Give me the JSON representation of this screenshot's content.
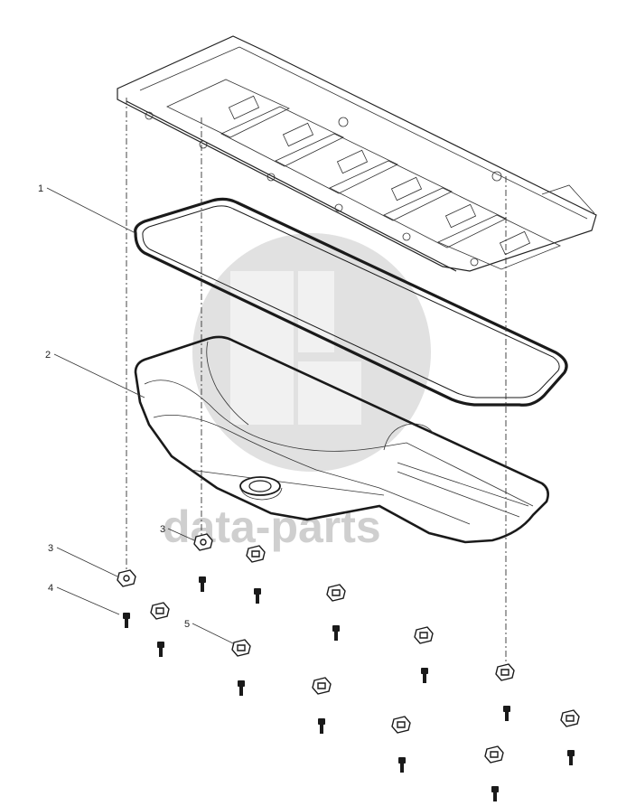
{
  "watermark": {
    "text": "data-parts"
  },
  "callouts": {
    "gasket": "1",
    "oil_pan": "2",
    "nut_left": "3",
    "nut_center": "3",
    "bolt": "4",
    "clip": "5"
  }
}
